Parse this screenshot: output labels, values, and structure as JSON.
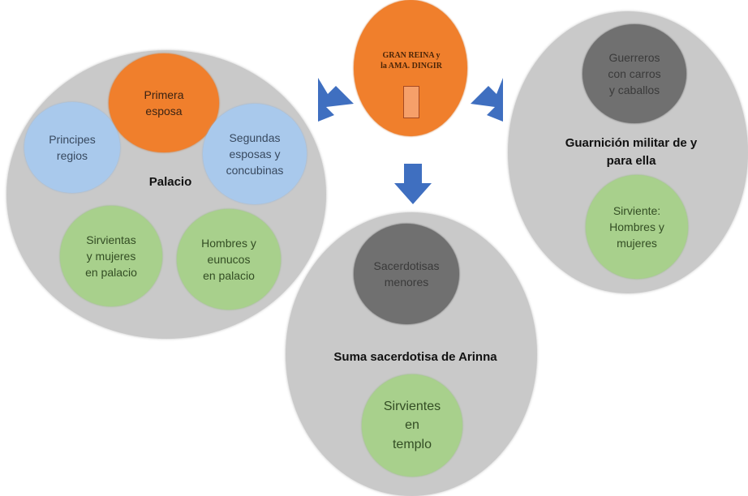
{
  "top": {
    "title": "GRAN REINA y\nla AMA. DINGIR",
    "logo_icon": "seal-icon"
  },
  "palace": {
    "label": "Palacio",
    "nodes": [
      {
        "text": "Primera\nesposa",
        "color": "orange"
      },
      {
        "text": "Principes\nregios",
        "color": "blue"
      },
      {
        "text": "Segundas\nesposas y\nconcubinas",
        "color": "blue"
      },
      {
        "text": "Sirvientas\ny mujeres\nen palacio",
        "color": "green"
      },
      {
        "text": "Hombres y\neunucos\nen palacio",
        "color": "green"
      }
    ]
  },
  "garrison": {
    "label": "Guarnición militar de y\npara ella",
    "nodes": [
      {
        "text": "Guerreros\ncon carros\ny caballos",
        "color": "dark"
      },
      {
        "text": "Sirviente:\nHombres y\nmujeres",
        "color": "green"
      }
    ]
  },
  "temple": {
    "label": "Suma sacerdotisa de Arinna",
    "nodes": [
      {
        "text": "Sacerdotisas\nmenores",
        "color": "dark"
      },
      {
        "text": "Sirvientes\nen\ntemplo",
        "color": "green"
      }
    ]
  },
  "colors": {
    "orange": "#f07f2c",
    "blue": "#a9c9ec",
    "green": "#a8d08c",
    "dark": "#707070",
    "grey": "#c9c9c9",
    "arrow": "#3f6fc0"
  }
}
